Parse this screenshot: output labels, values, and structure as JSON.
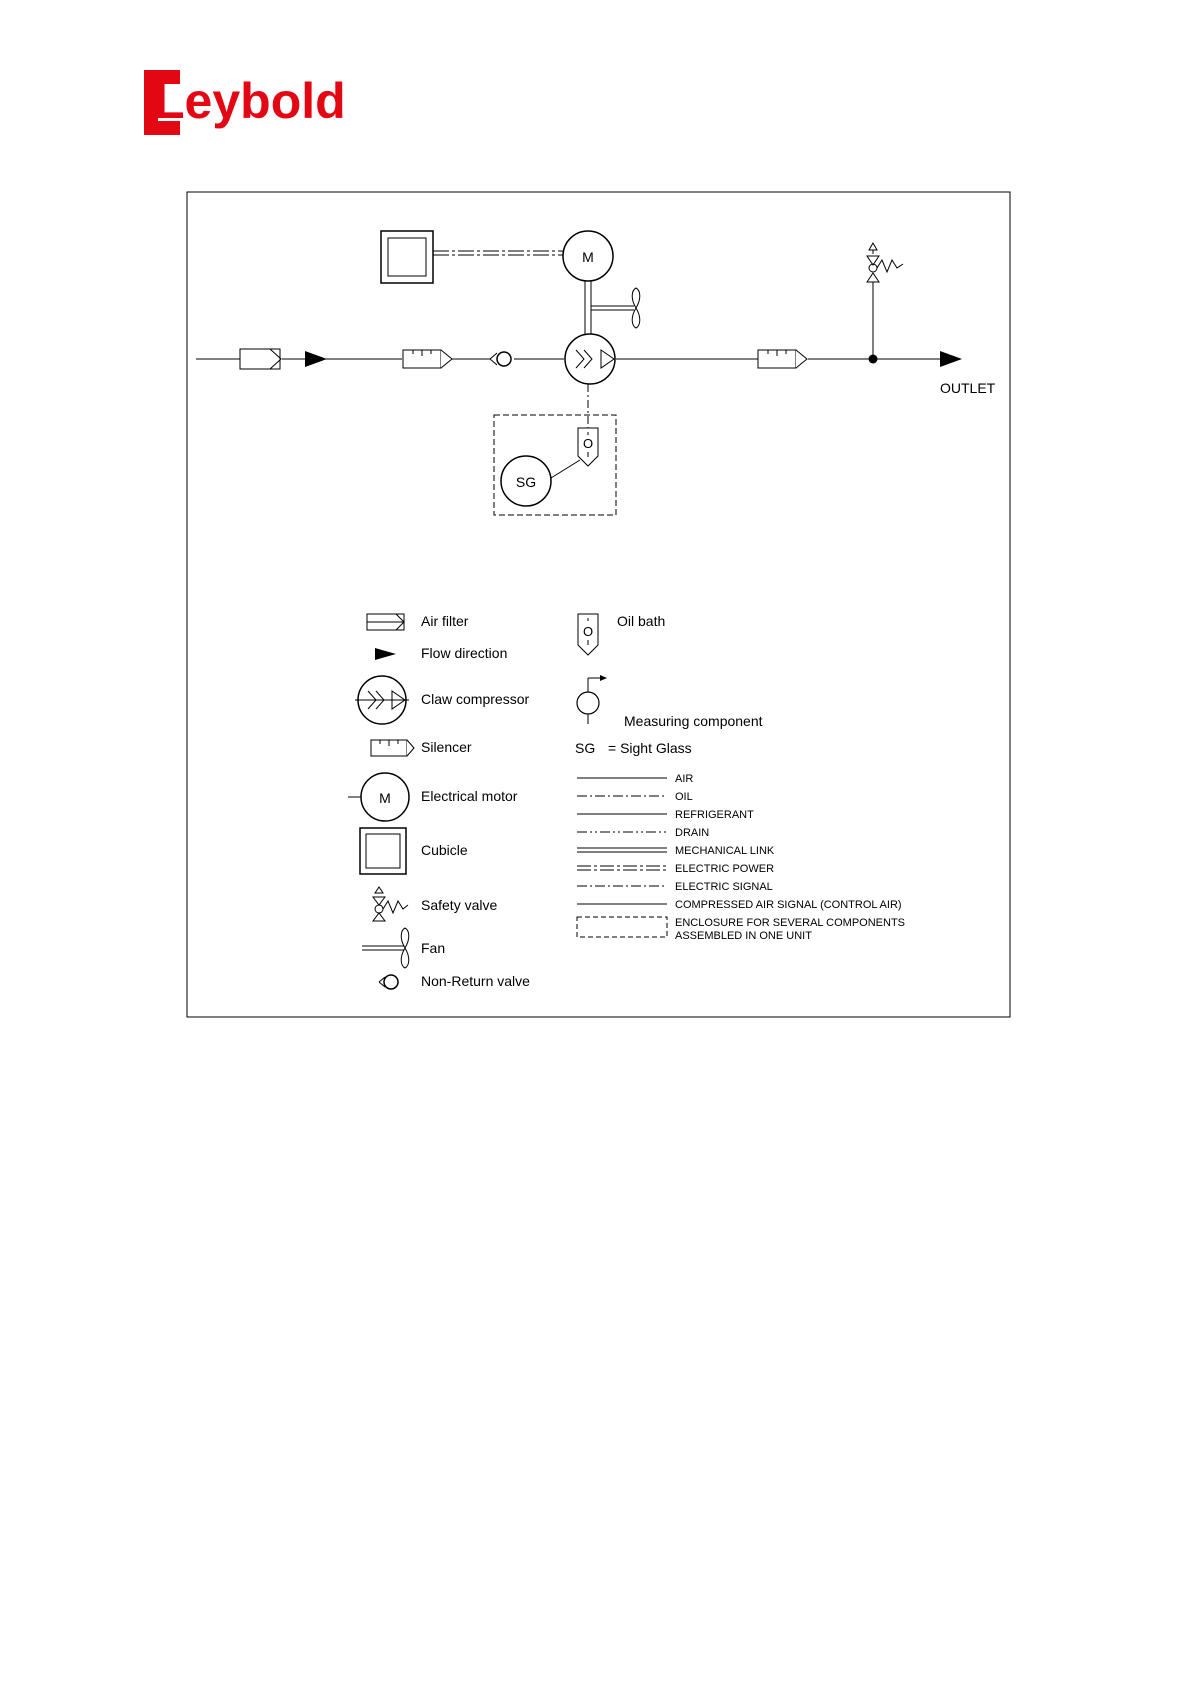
{
  "brand": {
    "name": "Leybold",
    "color": "#e30613"
  },
  "diagram": {
    "outlet_label": "OUTLET",
    "motor_letter": "M",
    "sight_glass_abbr": "SG",
    "oil_bath_letter": "O"
  },
  "legend": {
    "air_filter": "Air filter",
    "flow_direction": "Flow direction",
    "claw_compressor": "Claw compressor",
    "silencer": "Silencer",
    "electrical_motor": "Electrical motor",
    "cubicle": "Cubicle",
    "safety_valve": "Safety valve",
    "fan": "Fan",
    "non_return_valve": "Non-Return valve",
    "oil_bath": "Oil bath",
    "measuring_component": "Measuring component",
    "sg_abbr": "SG",
    "sg_def": "= Sight Glass",
    "lines": {
      "air": "AIR",
      "oil": "OIL",
      "refrigerant": "REFRIGERANT",
      "drain": "DRAIN",
      "mechanical_link": "MECHANICAL LINK",
      "electric_power": "ELECTRIC POWER",
      "electric_signal": "ELECTRIC SIGNAL",
      "compressed_air": "COMPRESSED AIR SIGNAL (CONTROL AIR)",
      "enclosure_1": "ENCLOSURE FOR SEVERAL COMPONENTS",
      "enclosure_2": "ASSEMBLED IN ONE UNIT"
    }
  }
}
